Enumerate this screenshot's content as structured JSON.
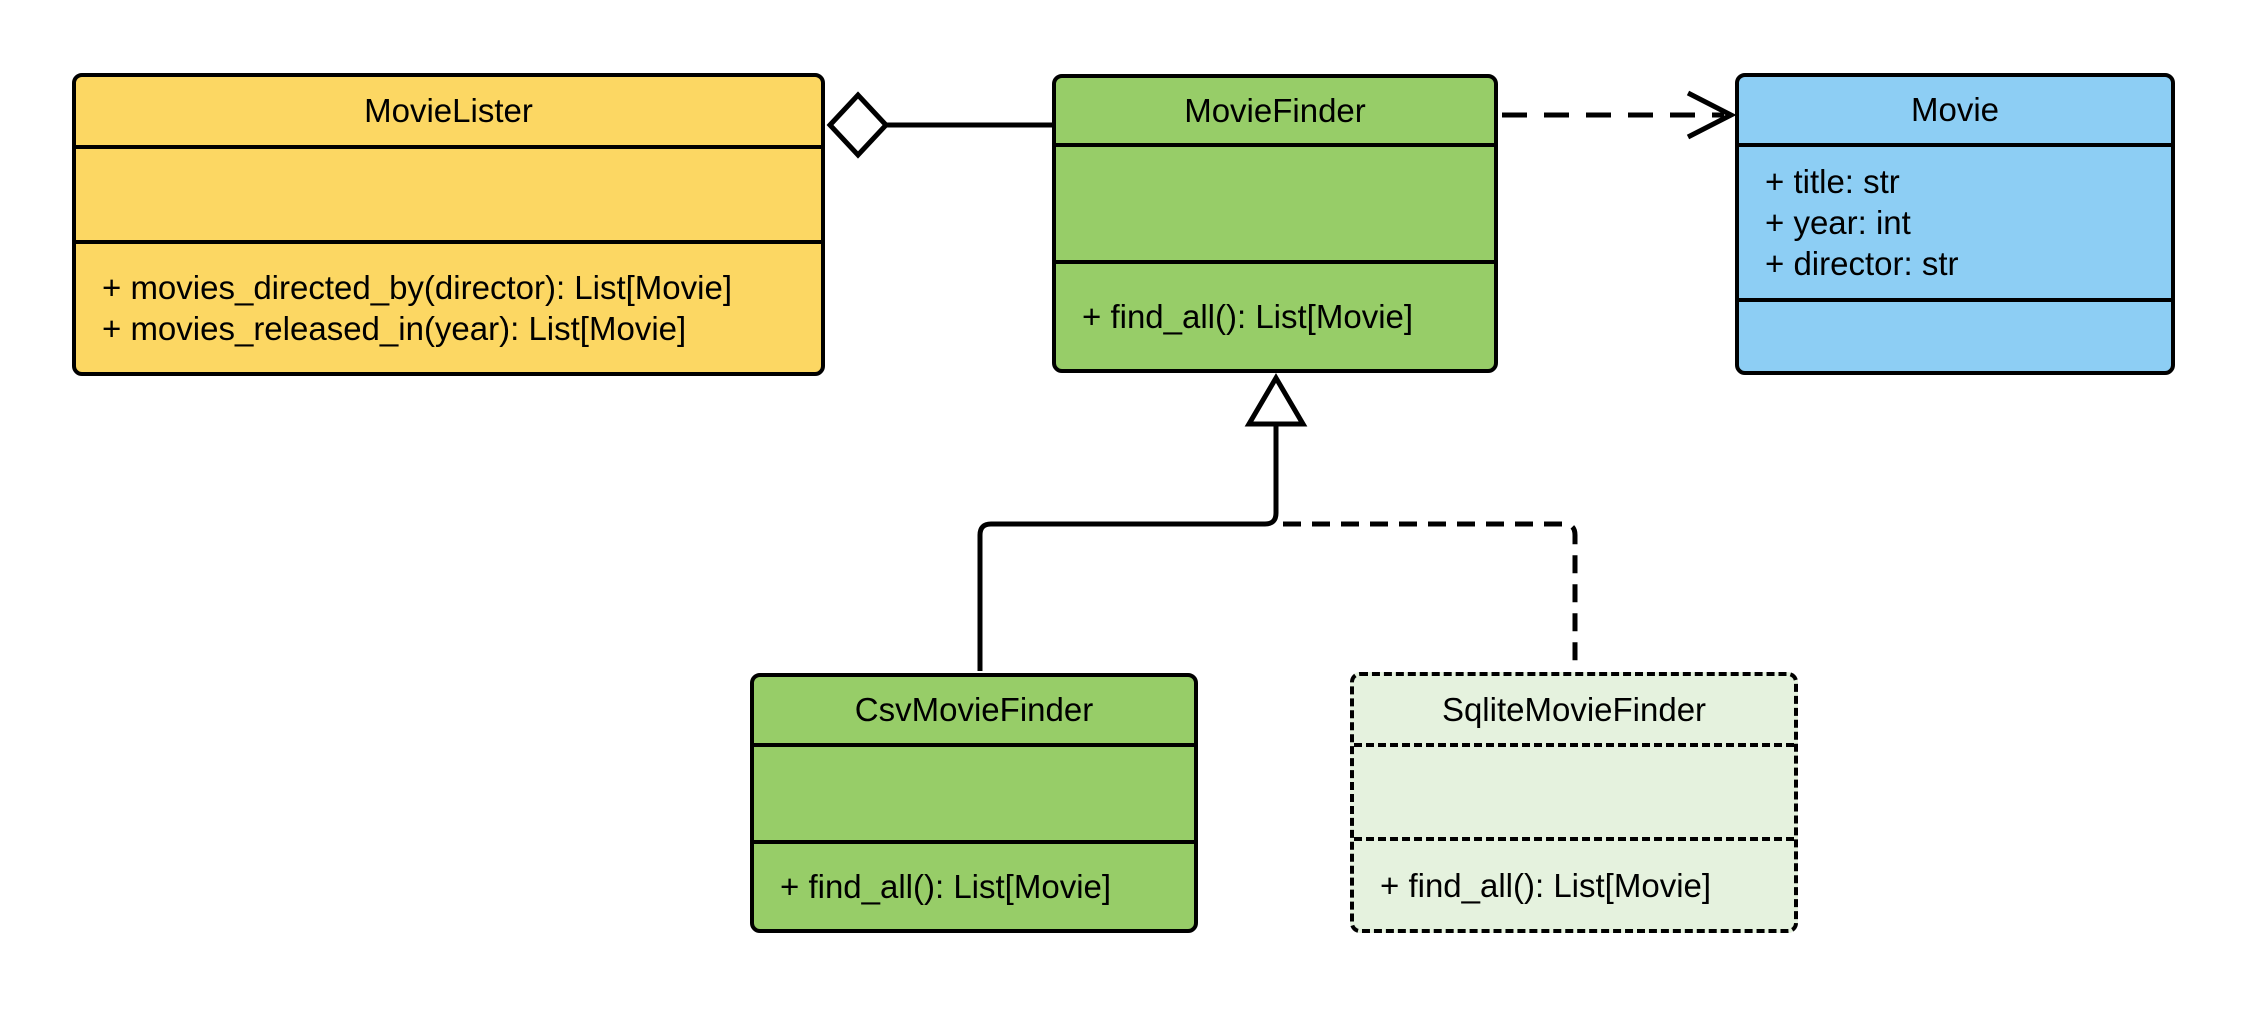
{
  "diagram": {
    "kind": "uml-class-diagram",
    "background_color": "#ffffff",
    "line_color": "#000000",
    "classes": [
      {
        "id": "movie-lister",
        "name": "MovieLister",
        "fill": "#FCD763",
        "border_style": "solid",
        "attributes": [],
        "methods": [
          "+ movies_directed_by(director): List[Movie]",
          "+ movies_released_in(year): List[Movie]"
        ]
      },
      {
        "id": "movie-finder",
        "name": "MovieFinder",
        "fill": "#97CD68",
        "border_style": "solid",
        "attributes": [],
        "methods": [
          "+ find_all(): List[Movie]"
        ]
      },
      {
        "id": "movie",
        "name": "Movie",
        "fill": "#8DCEF4",
        "border_style": "solid",
        "attributes": [
          "+ title: str",
          "+ year: int",
          "+ director: str"
        ],
        "methods": []
      },
      {
        "id": "csv-movie-finder",
        "name": "CsvMovieFinder",
        "fill": "#97CD68",
        "border_style": "solid",
        "attributes": [],
        "methods": [
          "+ find_all(): List[Movie]"
        ]
      },
      {
        "id": "sqlite-movie-finder",
        "name": "SqliteMovieFinder",
        "fill": "#E5F2DE",
        "border_style": "dashed",
        "attributes": [],
        "methods": [
          "+ find_all(): List[Movie]"
        ]
      }
    ],
    "relationships": [
      {
        "type": "aggregation",
        "from": "MovieFinder",
        "to": "MovieLister",
        "line": "solid",
        "marker": "hollow-diamond"
      },
      {
        "type": "dependency",
        "from": "MovieFinder",
        "to": "Movie",
        "line": "dashed",
        "marker": "open-arrow"
      },
      {
        "type": "generalization",
        "from": "CsvMovieFinder",
        "to": "MovieFinder",
        "line": "solid",
        "marker": "hollow-triangle"
      },
      {
        "type": "generalization",
        "from": "SqliteMovieFinder",
        "to": "MovieFinder",
        "line": "dashed",
        "marker": "hollow-triangle"
      }
    ]
  }
}
